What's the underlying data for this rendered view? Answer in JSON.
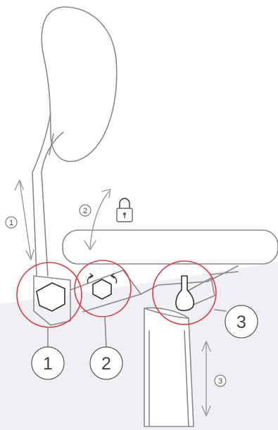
{
  "callouts": {
    "headrest_height": "1",
    "armrest_lock": "2",
    "seat_height": "3"
  },
  "arrow_labels": {
    "headrest_height": "1",
    "armrest_lock": "2",
    "seat_height": "3"
  },
  "colors": {
    "highlight_ring": "#e23a46",
    "outline": "#8a8a8a",
    "background_shade": "#eef0f3"
  },
  "icons": [
    "lock-icon",
    "hexagon-knob-icon",
    "rotate-arrows-icon",
    "lever-handle-icon"
  ]
}
